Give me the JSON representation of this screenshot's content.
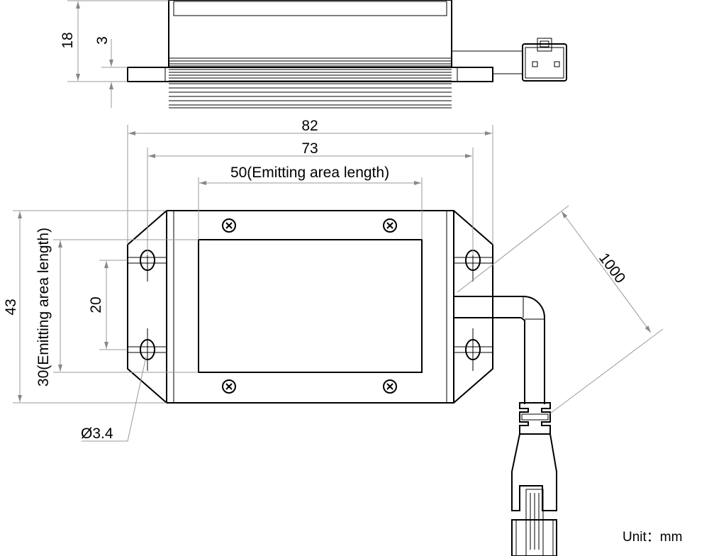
{
  "dimensions": {
    "side_height": "18",
    "base_thickness": "3",
    "overall_length": "82",
    "hole_spacing_length": "73",
    "emitting_length": "50(Emitting area length)",
    "overall_width": "43",
    "emitting_width": "30(Emitting area length)",
    "hole_spacing_width": "20",
    "hole_diameter": "Ø3.4",
    "cable_length": "1000"
  },
  "unit_label": "Unit：mm"
}
